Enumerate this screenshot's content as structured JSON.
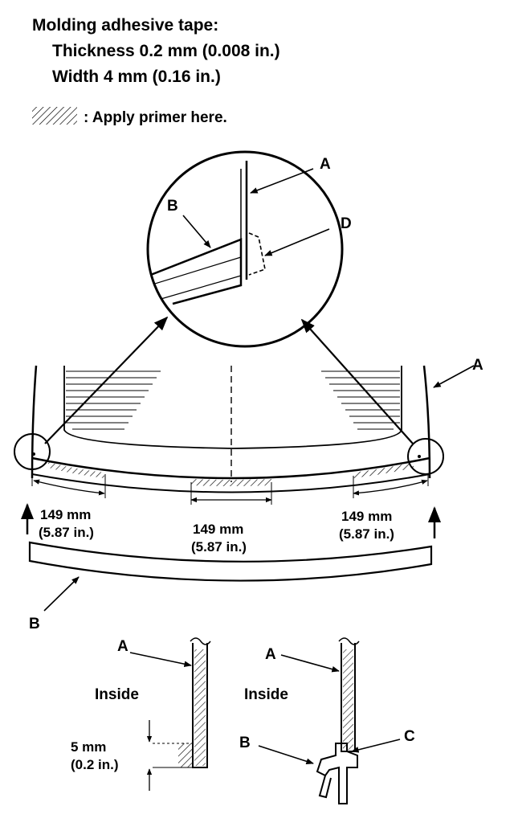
{
  "header": {
    "title": "Molding adhesive tape:",
    "thickness": "Thickness 0.2 mm (0.008 in.)",
    "width": "Width 4 mm (0.16 in.)"
  },
  "legend": {
    "text": ": Apply primer here."
  },
  "callouts": {
    "a": "A",
    "b": "B",
    "c": "C",
    "d": "D"
  },
  "dimensions": {
    "left_mm": "149 mm",
    "left_in": "(5.87 in.)",
    "center_mm": "149 mm",
    "center_in": "(5.87 in.)",
    "right_mm": "149 mm",
    "right_in": "(5.87 in.)",
    "gap_mm": "5 mm",
    "gap_in": "(0.2 in.)"
  },
  "sections": {
    "left_inside": "Inside",
    "right_inside": "Inside"
  }
}
